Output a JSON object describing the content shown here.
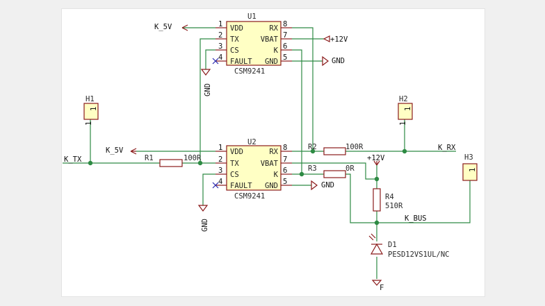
{
  "u1": {
    "ref": "U1",
    "value": "CSM9241",
    "left_pins": [
      {
        "num": "1",
        "name": "VDD"
      },
      {
        "num": "2",
        "name": "TX"
      },
      {
        "num": "3",
        "name": "CS"
      },
      {
        "num": "4",
        "name": "FAULT"
      }
    ],
    "right_pins": [
      {
        "num": "8",
        "name": "RX"
      },
      {
        "num": "7",
        "name": "VBAT"
      },
      {
        "num": "6",
        "name": "K"
      },
      {
        "num": "5",
        "name": "GND"
      }
    ]
  },
  "u2": {
    "ref": "U2",
    "value": "CSM9241",
    "left_pins": [
      {
        "num": "1",
        "name": "VDD"
      },
      {
        "num": "2",
        "name": "TX"
      },
      {
        "num": "3",
        "name": "CS"
      },
      {
        "num": "4",
        "name": "FAULT"
      }
    ],
    "right_pins": [
      {
        "num": "8",
        "name": "RX"
      },
      {
        "num": "7",
        "name": "VBAT"
      },
      {
        "num": "6",
        "name": "K"
      },
      {
        "num": "5",
        "name": "GND"
      }
    ]
  },
  "resistors": {
    "r1": {
      "ref": "R1",
      "value": "100R"
    },
    "r2": {
      "ref": "R2",
      "value": "100R"
    },
    "r3": {
      "ref": "R3",
      "value": "0R"
    },
    "r4": {
      "ref": "R4",
      "value": "510R"
    }
  },
  "diode": {
    "ref": "D1",
    "value": "PESD12VS1UL/NC"
  },
  "headers": {
    "h1": {
      "ref": "H1",
      "pin": "1"
    },
    "h2": {
      "ref": "H2",
      "pin": "1"
    },
    "h3": {
      "ref": "H3",
      "pin": "1"
    }
  },
  "nets": {
    "k5v_top": "K_5V",
    "k5v_mid": "K_5V",
    "k_tx": "K_TX",
    "k_rx": "K_RX",
    "k_bus": "K_BUS"
  },
  "power": {
    "v12_top": "+12V",
    "v12_mid": "+12V",
    "gnd_u1_right": "GND",
    "gnd_u1_left": "GND",
    "gnd_u2_right": "GND",
    "gnd_u2_left": "GND",
    "gnd_bottom": "F"
  },
  "colors": {
    "wire": "#2d8a43",
    "component": "#8a1a1a",
    "body_fill": "#ffffc4",
    "no_connect": "#2b2bb0"
  }
}
